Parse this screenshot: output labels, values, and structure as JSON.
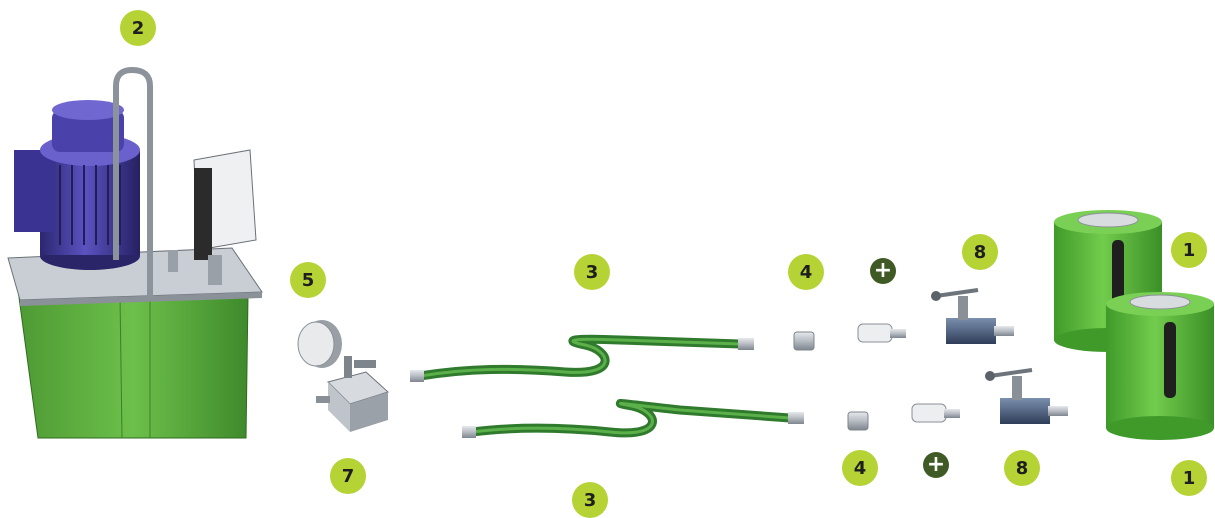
{
  "colors": {
    "badge": "#b5d334",
    "plus_badge": "#3f5a24",
    "motor": "#3b3590",
    "tank": "#5aa83c",
    "hose": "#3d8a3a",
    "cylinder": "#5cb740",
    "steel": "#a7adb5"
  },
  "labels": {
    "pump_handle": "2",
    "gauge": "5",
    "manifold": "7",
    "hose_top": "3",
    "hose_bottom": "3",
    "coupler_top": "4",
    "coupler_bottom": "4",
    "valve_top": "8",
    "valve_bottom": "8",
    "cylinder_top": "1",
    "cylinder_bottom": "1",
    "plus_symbol": "+"
  },
  "components": [
    {
      "id": "1",
      "icon": "hydraulic-cylinder-icon"
    },
    {
      "id": "2",
      "icon": "electric-pump-unit-icon"
    },
    {
      "id": "3",
      "icon": "hose-icon"
    },
    {
      "id": "4",
      "icon": "coupler-icon"
    },
    {
      "id": "5",
      "icon": "pressure-gauge-icon"
    },
    {
      "id": "7",
      "icon": "manifold-block-icon"
    },
    {
      "id": "8",
      "icon": "needle-valve-icon"
    }
  ]
}
